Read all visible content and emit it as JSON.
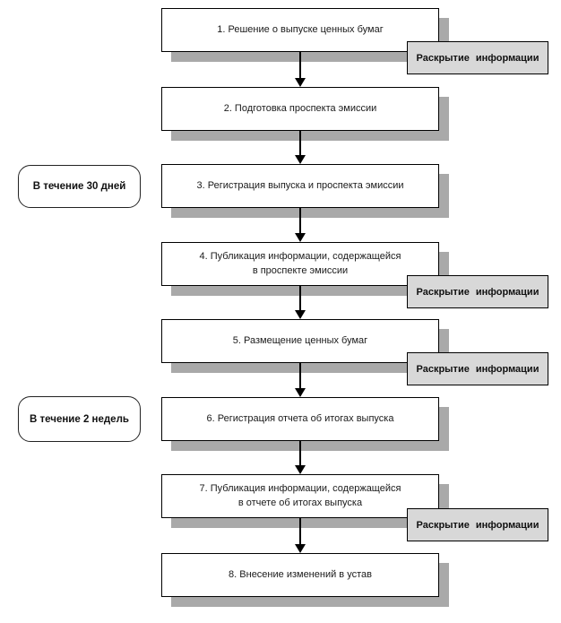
{
  "diagram": {
    "title": "Securities issuance procedure flowchart",
    "steps": [
      {
        "label": "1. Решение о выпуске ценных бумаг",
        "has_disclosure": true
      },
      {
        "label": "2. Подготовка проспекта эмиссии",
        "has_disclosure": false
      },
      {
        "label": "3. Регистрация выпуска и проспекта эмиссии",
        "has_disclosure": false
      },
      {
        "label": "4. Публикация информации, содержащейся\nв проспекте эмиссии",
        "has_disclosure": true
      },
      {
        "label": "5. Размещение ценных бумаг",
        "has_disclosure": true
      },
      {
        "label": "6. Регистрация отчета об итогах выпуска",
        "has_disclosure": false
      },
      {
        "label": "7. Публикация информации, содержащейся\nв отчете об итогах выпуска",
        "has_disclosure": true
      },
      {
        "label": "8. Внесение изменений в устав",
        "has_disclosure": false
      }
    ],
    "disclosure_label": "Раскрытие информации",
    "time_labels": [
      {
        "text": "В течение 30 дней",
        "applies_to_step": "3"
      },
      {
        "text": "В течение 2 недель",
        "applies_to_step": "6"
      }
    ],
    "colors": {
      "box_background": "#ffffff",
      "box_border": "#000000",
      "shadow_gray": "#a9a9a9",
      "disclosure_background": "#d8d8d8"
    }
  }
}
